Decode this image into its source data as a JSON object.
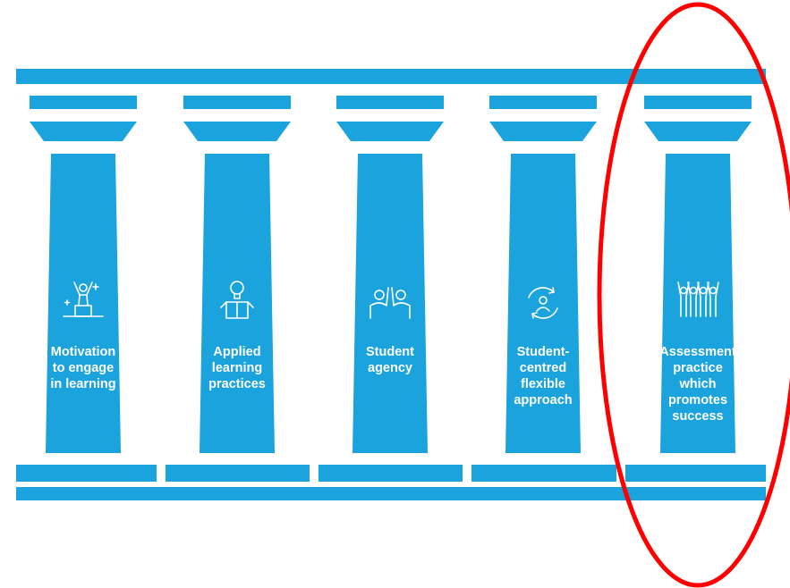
{
  "colors": {
    "pillar_blue": "#1aa3dd",
    "icon_white": "#ffffff",
    "highlight_red": "#ff0000",
    "background": "#ffffff"
  },
  "pillars": [
    {
      "label": "Motivation\nto engage\nin learning",
      "icon": "person-on-podium-icon"
    },
    {
      "label": "Applied\nlearning\npractices",
      "icon": "lightbulb-box-icon"
    },
    {
      "label": "Student\nagency",
      "icon": "two-people-high-five-icon"
    },
    {
      "label": "Student-\ncentred\nflexible\napproach",
      "icon": "person-in-cycle-arrows-icon"
    },
    {
      "label": "Assessment\npractice\nwhich\npromotes\nsuccess",
      "icon": "group-celebrating-icon",
      "highlighted": true
    }
  ],
  "highlight": {
    "shape": "ellipse",
    "target": "pillar 5"
  }
}
